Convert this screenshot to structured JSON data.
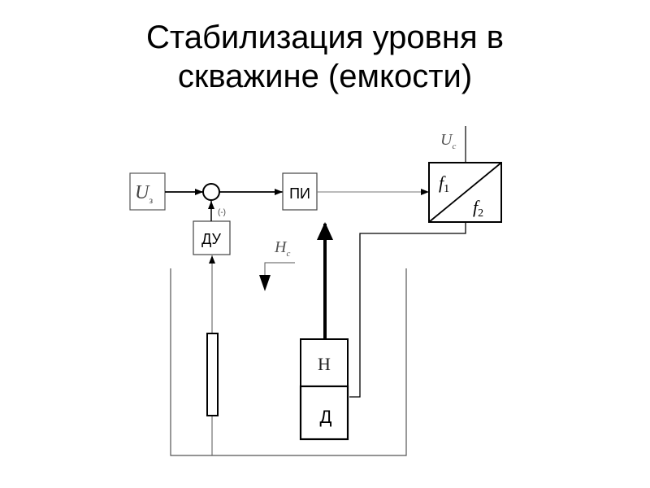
{
  "title": {
    "line1": "Стабилизация уровня в",
    "line2": "скважине (емкости)"
  },
  "blocks": {
    "setpoint": {
      "main": "U",
      "sub": "з"
    },
    "controller": "ПИ",
    "level_sensor_converter": "ДУ",
    "minus_sign": "(-)",
    "converter": {
      "f1": "f",
      "f1_sub": "1",
      "f2": "f",
      "f2_sub": "2"
    },
    "supply": {
      "main": "U",
      "sub": "c"
    },
    "level": {
      "main": "H",
      "sub": "c"
    },
    "pump": "Н",
    "motor": "Д"
  }
}
